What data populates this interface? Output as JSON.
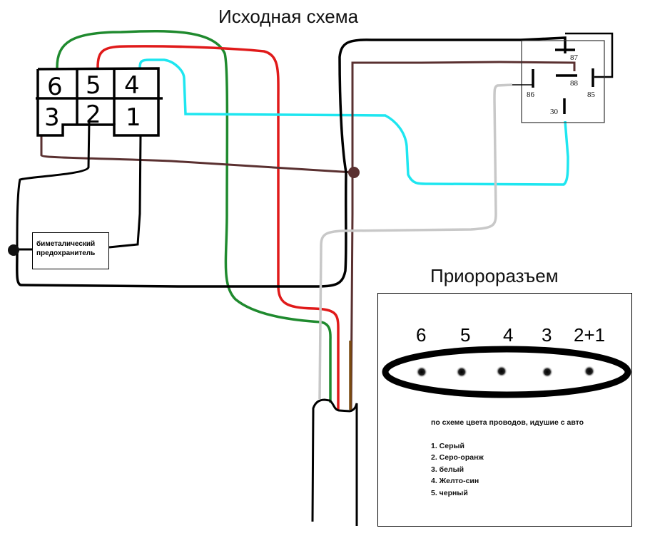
{
  "diagram": {
    "title": "Исходная схема",
    "fuse_label_line1": "биметалический",
    "fuse_label_line2": "предохранитель",
    "socket_pins_top": [
      "6",
      "5",
      "4"
    ],
    "socket_pins_bottom": [
      "3",
      "2",
      "1"
    ],
    "relay_pins": {
      "p87": "87",
      "p88": "88",
      "p86": "86",
      "p85": "85",
      "p30": "30"
    },
    "wire_colors": {
      "green": "#1f8a2e",
      "red": "#e01a1a",
      "cyan": "#1ee6f0",
      "brown": "#5a3030",
      "black": "#000000",
      "gray": "#c8c8c8",
      "cable_brown": "#7a4a10"
    }
  },
  "connector": {
    "title": "Приороразъем",
    "pins": [
      "6",
      "5",
      "4",
      "3",
      "2+1"
    ],
    "note": "по схеме цвета проводов, идушие с авто",
    "wire_list": [
      "1. Серый",
      "2. Серо-оранж",
      "3. белый",
      "4. Желто-син",
      "5. черный"
    ]
  }
}
